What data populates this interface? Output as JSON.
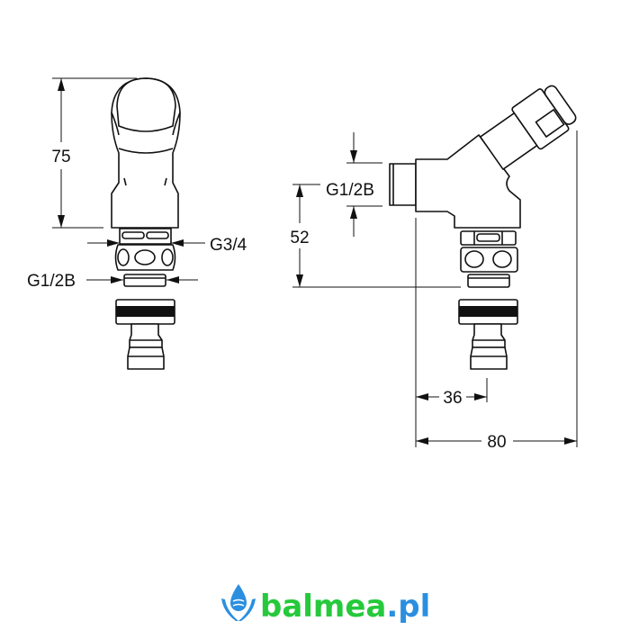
{
  "front_view": {
    "height_dim": "75",
    "thread_upper": "G3/4",
    "thread_lower": "G1/2B"
  },
  "side_view": {
    "inlet_thread": "G1/2B",
    "height_dim": "52",
    "offset_dim": "36",
    "depth_dim": "80"
  },
  "logo": {
    "text_main": "balmea",
    "text_suffix": ".pl",
    "colors": {
      "green": "#25c93b",
      "blue": "#2b8fe0"
    }
  }
}
